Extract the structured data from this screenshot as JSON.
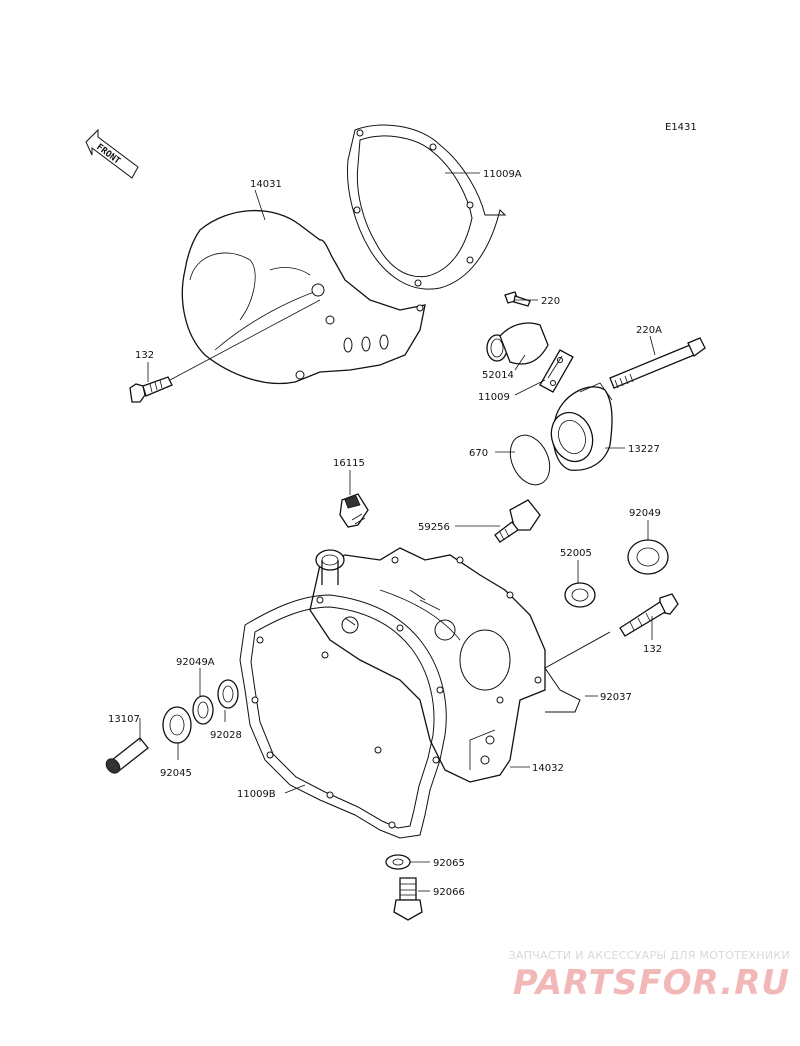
{
  "diagram_code": "E1431",
  "front_marker": "FRONT",
  "labels": {
    "p14031": "14031",
    "p11009A": "11009A",
    "p220": "220",
    "p220A": "220A",
    "p132_top": "132",
    "p52014": "52014",
    "p11009": "11009",
    "p670": "670",
    "p13227": "13227",
    "p16115": "16115",
    "p59256": "59256",
    "p92049": "92049",
    "p52005": "52005",
    "p132_bottom": "132",
    "p92049A": "92049A",
    "p13107": "13107",
    "p92028": "92028",
    "p92045": "92045",
    "p92037": "92037",
    "p14032": "14032",
    "p11009B": "11009B",
    "p92065": "92065",
    "p92066": "92066"
  },
  "watermark": {
    "tagline": "ЗАПЧАСТИ И АКСЕССУАРЫ ДЛЯ МОТОТЕХНИКИ",
    "brand": "PARTSFOR.RU"
  }
}
